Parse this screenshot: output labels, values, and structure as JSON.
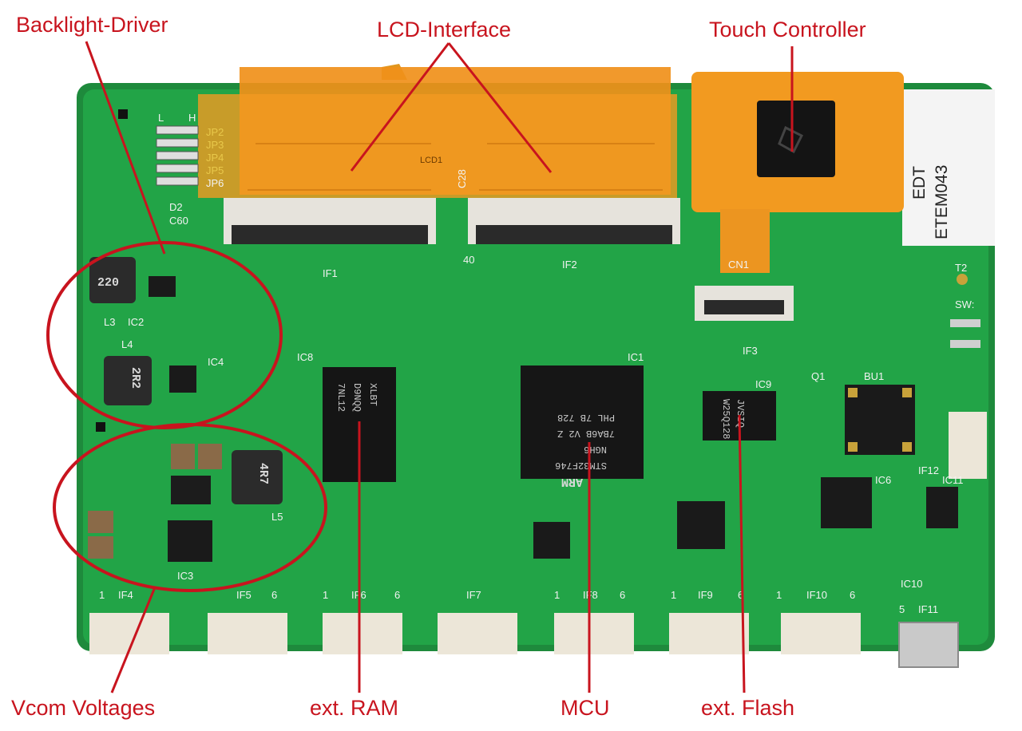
{
  "callouts": {
    "backlight_driver": "Backlight-Driver",
    "lcd_interface": "LCD-Interface",
    "touch_controller": "Touch Controller",
    "vcom_voltages": "Vcom Voltages",
    "ext_ram": "ext. RAM",
    "mcu": "MCU",
    "ext_flash": "ext. Flash"
  },
  "markings": {
    "jp2": "JP2",
    "jp3": "JP3",
    "jp4": "JP4",
    "jp5": "JP5",
    "jp6": "JP6",
    "jumper_l": "L",
    "jumper_h": "H",
    "d2": "D2",
    "c60": "C60",
    "ic2": "IC2",
    "l3": "L3",
    "l4": "L4",
    "ic3": "IC3",
    "ic4": "IC4",
    "l5": "L5",
    "if1": "IF1",
    "if2": "IF2",
    "if3": "IF3",
    "cn1": "CN1",
    "ic1": "IC1",
    "ic8": "IC8",
    "ic9": "IC9",
    "ic6": "IC6",
    "ic10": "IC10",
    "ic11": "IC11",
    "bu1": "BU1",
    "q1": "Q1",
    "sw": "SW:",
    "t2": "T2",
    "if12": "IF12",
    "if4": "IF4",
    "if5": "IF5",
    "if6": "IF6",
    "if7": "IF7",
    "if8": "IF8",
    "if9": "IF9",
    "if10": "IF10",
    "if11": "IF11",
    "pin1": "1",
    "pin6": "6",
    "pin5": "5",
    "pin40": "40",
    "inductor_220": "220",
    "inductor_2r2": "2R2",
    "inductor_4r7": "4R7",
    "tape_line1": "EDT",
    "tape_line2": "ETEM043",
    "ram_chip": [
      "7NL12",
      "D9NQQ",
      "XLBT"
    ],
    "mcu_chip": [
      "STM32F746",
      "NGH6",
      "7BA6B V2 Z",
      "PHL 7B 728"
    ],
    "arm_logo": "ARM",
    "flash_chip": [
      "W25Q128",
      "JVSIQ"
    ],
    "lcd1": "LCD1",
    "c28": "C28"
  }
}
